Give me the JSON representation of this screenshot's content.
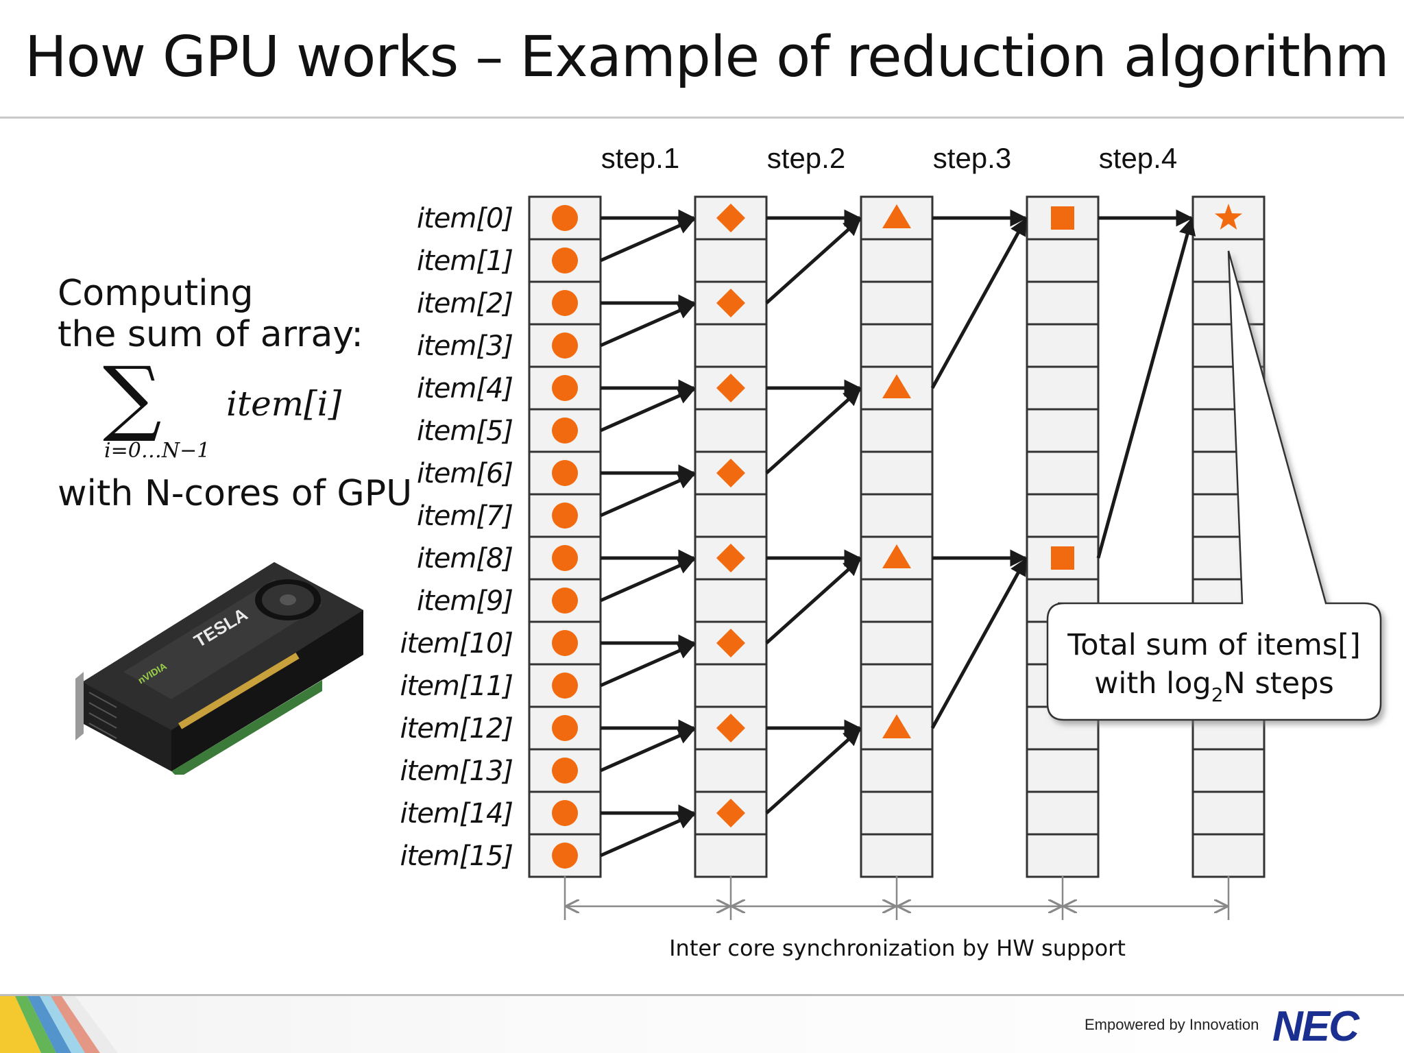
{
  "title": "How GPU works – Example of reduction algorithm",
  "left": {
    "line1": "Computing",
    "line2": "the sum of array:",
    "sum_symbol": "∑",
    "sum_term": "item[i]",
    "sum_range": "i=0…N−1",
    "line3": "with N-cores of GPU",
    "gpu_brand": "TESLA",
    "gpu_vendor": "nVIDIA"
  },
  "steps": [
    "step.1",
    "step.2",
    "step.3",
    "step.4"
  ],
  "items": [
    "item[0]",
    "item[1]",
    "item[2]",
    "item[3]",
    "item[4]",
    "item[5]",
    "item[6]",
    "item[7]",
    "item[8]",
    "item[9]",
    "item[10]",
    "item[11]",
    "item[12]",
    "item[13]",
    "item[14]",
    "item[15]"
  ],
  "callout": {
    "line1": "Total sum of items[]",
    "line2_pre": "with log",
    "line2_sub": "2",
    "line2_post": "N steps"
  },
  "sync_label": "Inter core synchronization by HW support",
  "footer": {
    "tagline": "Empowered by Innovation",
    "logo": "NEC"
  },
  "colors": {
    "accent": "#f26a10",
    "cell_fill": "#f2f2f2",
    "cell_stroke": "#333333",
    "arrow": "#1a1a1a"
  },
  "markers": [
    "circle",
    "diamond",
    "triangle",
    "square",
    "star"
  ]
}
